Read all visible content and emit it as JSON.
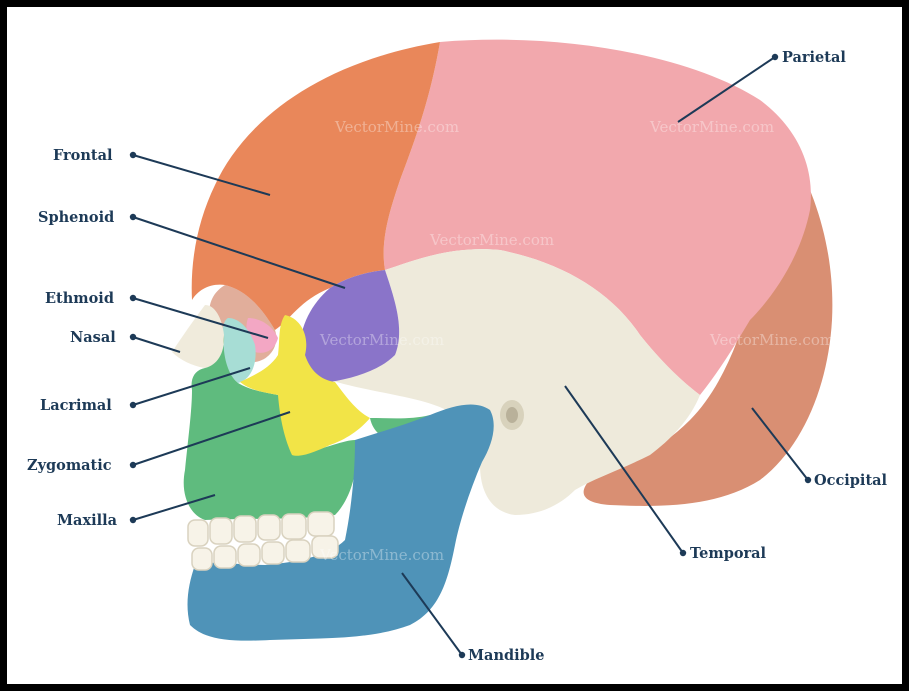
{
  "labels": {
    "frontal": "Frontal",
    "sphenoid": "Sphenoid",
    "ethmoid": "Ethmoid",
    "nasal": "Nasal",
    "lacrimal": "Lacrimal",
    "zygomatic": "Zygomatic",
    "maxilla": "Maxilla",
    "parietal": "Parietal",
    "occipital": "Occipital",
    "temporal": "Temporal",
    "mandible": "Mandible"
  },
  "watermark": "VectorMine.com",
  "colors": {
    "frontal": "#e9875a",
    "parietal": "#f2a8ad",
    "occipital": "#d98f73",
    "temporal": "#eeeadb",
    "sphenoid": "#8a74c9",
    "ethmoid": "#f3a7c4",
    "nasal": "#f0ebdc",
    "lacrimal": "#a7ddd5",
    "zygomatic": "#f2e447",
    "maxilla": "#5fbb7e",
    "mandible": "#4f93b8",
    "label_text": "#1d3a57"
  }
}
